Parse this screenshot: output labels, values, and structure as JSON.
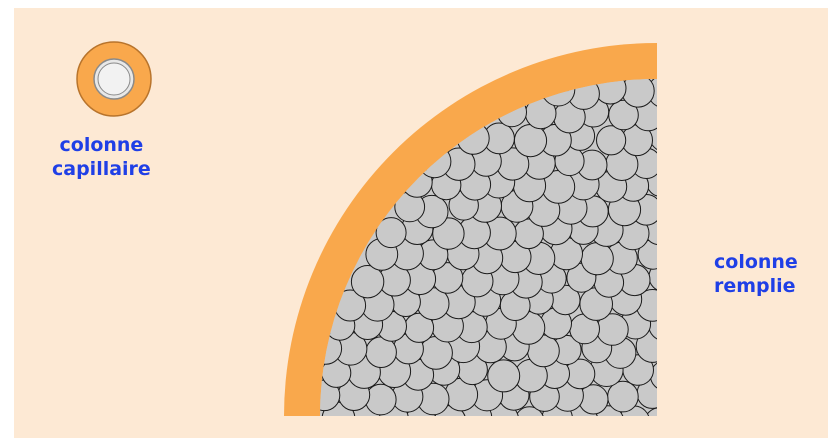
{
  "colors": {
    "background": "#fde9d4",
    "column_wall": "#f9a84c",
    "packing_bead": "#c9c9c9",
    "bead_outline": "#1a1a1a",
    "label_text": "#1f3fe6",
    "capillary_core": "#f2f2f2"
  },
  "capillary_column": {
    "label_line1": "colonne",
    "label_line2": "capillaire"
  },
  "packed_column": {
    "label_line1": "colonne",
    "label_line2": "remplie"
  }
}
